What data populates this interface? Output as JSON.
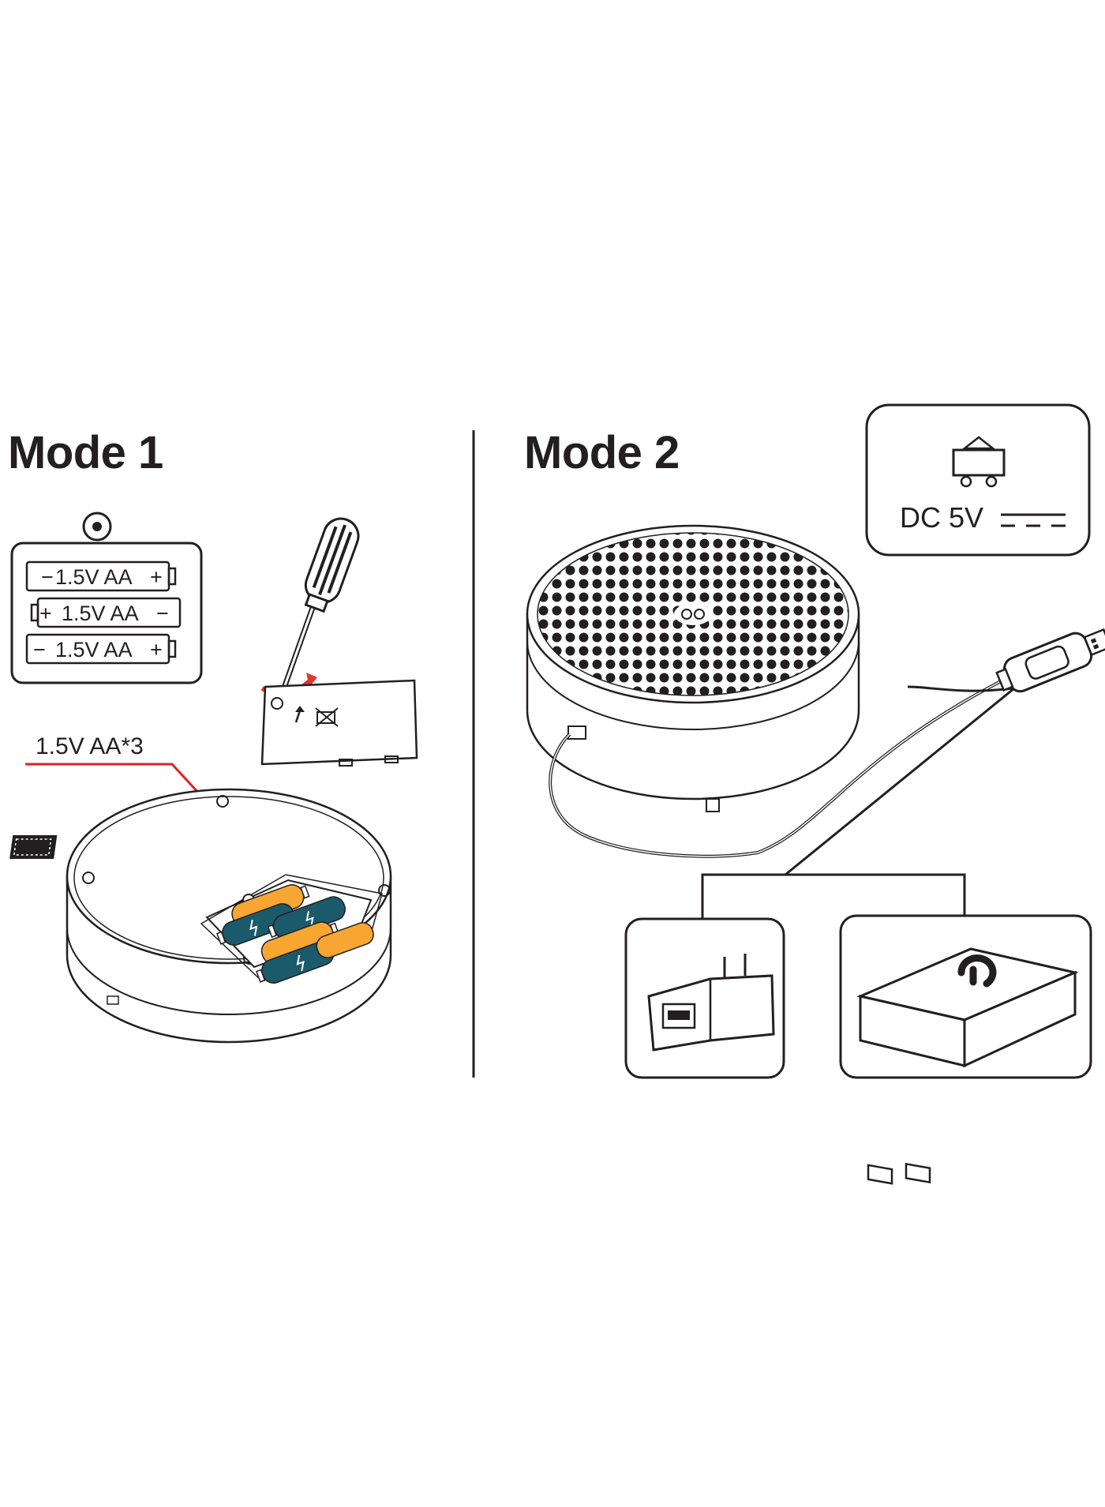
{
  "mode1": {
    "title": "Mode 1",
    "battery_box": [
      {
        "left_sign": "−",
        "text": "1.5V AA",
        "right_sign": "+"
      },
      {
        "left_sign": "+",
        "text": "1.5V AA",
        "right_sign": "−"
      },
      {
        "left_sign": "−",
        "text": "1.5V AA",
        "right_sign": "+"
      }
    ],
    "battery_callout": "1.5V AA*3"
  },
  "mode2": {
    "title": "Mode 2",
    "power_spec": "DC  5V"
  },
  "colors": {
    "ink": "#231f20",
    "callout_red": "#e31e24",
    "screwdriver_arrow": "#e3342f",
    "battery_orange": "#f7a731",
    "battery_teal": "#1b5a6b"
  }
}
